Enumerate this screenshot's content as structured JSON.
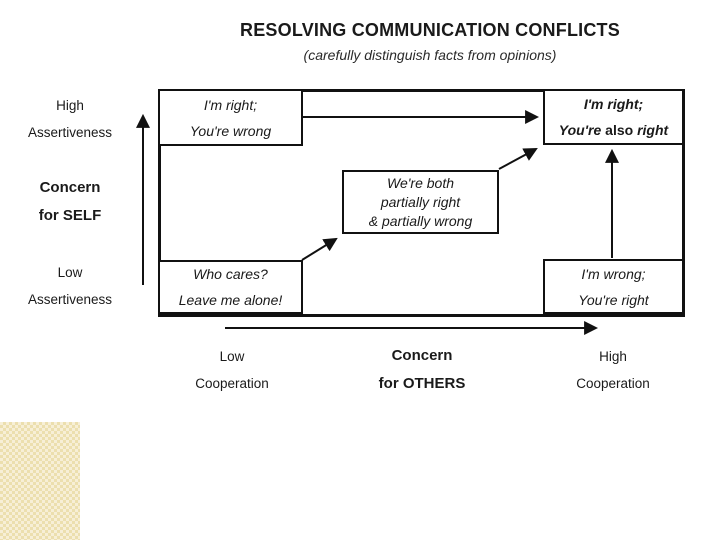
{
  "title": "RESOLVING COMMUNICATION CONFLICTS",
  "subtitle": "(carefully distinguish facts from opinions)",
  "y_axis": {
    "high_line1": "High",
    "high_line2": "Assertiveness",
    "title_line1": "Concern",
    "title_line2": "for SELF",
    "low_line1": "Low",
    "low_line2": "Assertiveness"
  },
  "x_axis": {
    "low_line1": "Low",
    "low_line2": "Cooperation",
    "title_line1": "Concern",
    "title_line2": "for OTHERS",
    "high_line1": "High",
    "high_line2": "Cooperation"
  },
  "boxes": {
    "top_left": {
      "line1": "I'm right;",
      "line2": "You're wrong"
    },
    "top_right": {
      "line1": "I'm right;",
      "line2_part1": "You're ",
      "line2_part2": "also ",
      "line2_part3": "right"
    },
    "center": {
      "line1": "We're both",
      "line2": "partially right",
      "line3": "& partially wrong"
    },
    "bottom_left": {
      "line1": "Who cares?",
      "line2": "Leave me alone!"
    },
    "bottom_right": {
      "line1": "I'm wrong;",
      "line2": "You're right"
    }
  },
  "colors": {
    "ink": "#111111",
    "background": "#ffffff",
    "accent_block": "#ecdfae",
    "accent_block_light": "#f7efd6"
  }
}
